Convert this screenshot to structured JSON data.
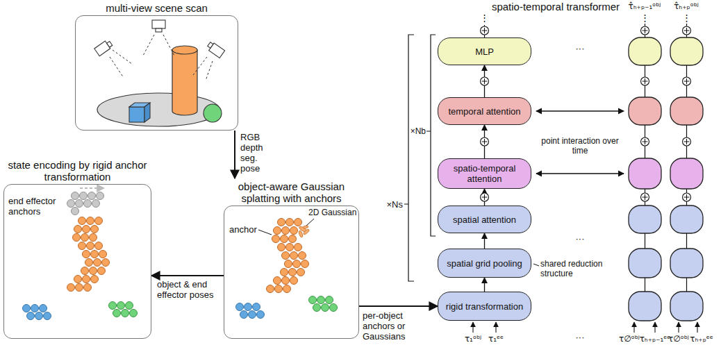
{
  "diagram": {
    "nodes": [
      {
        "text": [
          "multi-view scene scan"
        ]
      },
      {
        "text": [
          "object-aware Gaussian splatting with anchors"
        ]
      },
      {
        "text": [
          "state encoding by rigid anchor transformation"
        ]
      },
      {
        "text": [
          "rigid transformation"
        ]
      },
      {
        "text": [
          "spatial grid pooling"
        ]
      },
      {
        "text": [
          "spatial attention"
        ]
      },
      {
        "text": [
          "spatio-temporal attention"
        ]
      },
      {
        "text": [
          "temporal attention"
        ]
      },
      {
        "text": [
          "MLP"
        ]
      }
    ],
    "edges": [
      {
        "from": 0,
        "to": 1,
        "arrow": "to",
        "label": "RGB depth seg. pose"
      },
      {
        "from": 1,
        "to": 2,
        "arrow": "to",
        "label": "object & end effector poses"
      },
      {
        "from": 1,
        "to": 3,
        "arrow": "to",
        "label": "per-object anchors or Gaussians"
      },
      {
        "from": 3,
        "to": 4,
        "arrow": "to"
      },
      {
        "from": 4,
        "to": 5,
        "arrow": "to"
      },
      {
        "from": 5,
        "to": 6,
        "arrow": "to"
      },
      {
        "from": 6,
        "to": 7,
        "arrow": "to"
      },
      {
        "from": 7,
        "to": 8,
        "arrow": "to"
      }
    ],
    "labels": [
      "spatio-temporal transformer",
      "anchor",
      "2D Gaussian",
      "end effector anchors",
      "×Ns",
      "×Nb",
      "point interaction over time",
      "shared reduction structure",
      "···",
      "···",
      "···",
      "⋮",
      "⋮",
      "⋮",
      "τ̂ₕ₊ₚ₋₁ᵒᵇʲ",
      "τ̂ₕ₊ₚᵒᵇʲ",
      "τ₁ᵒᵇʲ",
      "τ₁ᵉᵉ",
      "τ∅ᵒᵇʲ",
      "τₕ₊ₚ₋₁ᵉᵉ",
      "τ∅ᵒᵇʲ",
      "τₕ₊ₚᵉᵉ"
    ]
  }
}
